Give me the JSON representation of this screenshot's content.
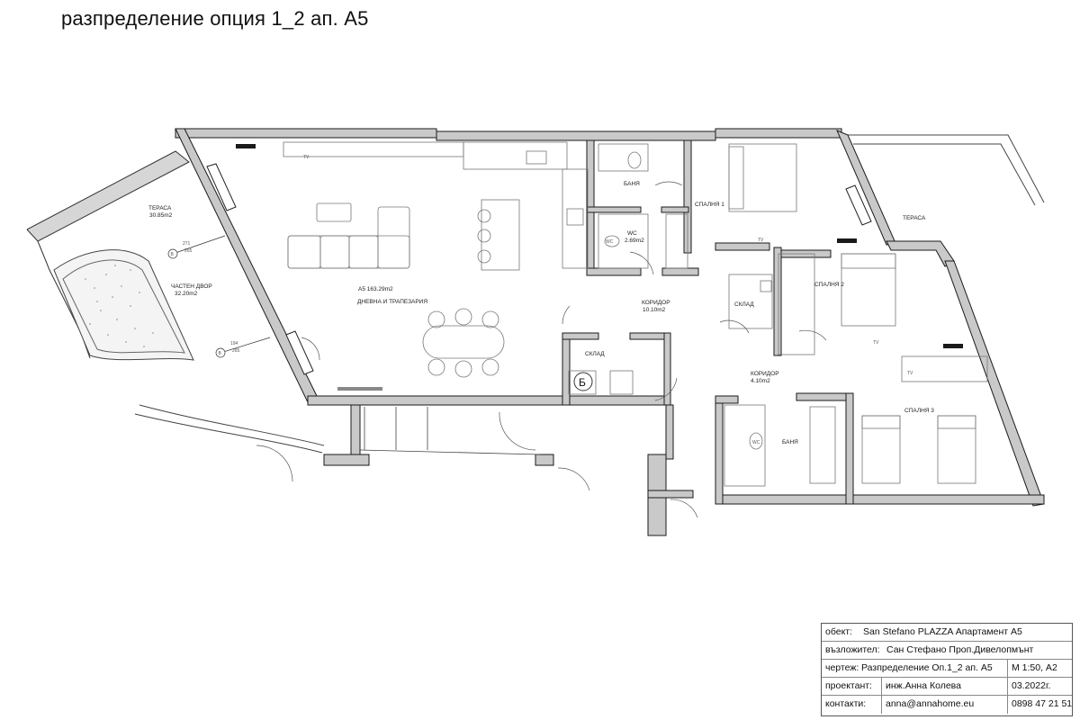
{
  "title": "разпределение опция 1_2 ап. А5",
  "rooms": {
    "terrace_left": {
      "name": "ТЕРАСА",
      "area": "30.85m2"
    },
    "private_yard": {
      "name": "ЧАСТЕН ДВОР",
      "area": "32.20m2"
    },
    "apartment": {
      "code": "А5  163.29m2",
      "living": "ДНЕВНА И ТРАПЕЗАРИЯ"
    },
    "bath_top": {
      "name": "БАНЯ"
    },
    "wc": {
      "name": "WC",
      "area": "2.69m2"
    },
    "bedroom1": {
      "name": "СПАЛНЯ 1"
    },
    "terrace_right": {
      "name": "ТЕРАСА"
    },
    "corridor_main": {
      "name": "КОРИДОР",
      "area": "10.10m2"
    },
    "storage_mid": {
      "name": "СКЛАД"
    },
    "storage_right": {
      "name": "СКЛАД"
    },
    "bedroom2": {
      "name": "СПАЛНЯ 2"
    },
    "corridor_small": {
      "name": "КОРИДОР",
      "area": "4.10m2"
    },
    "bath_bottom": {
      "name": "БАНЯ"
    },
    "bedroom3": {
      "name": "СПАЛНЯ 3"
    }
  },
  "marks": {
    "tv": "TV",
    "b": "Б",
    "wc_mark": "WC",
    "section_b": "B",
    "dim_271": "271",
    "dim_265a": "265",
    "dim_194": "194",
    "dim_265b": "265"
  },
  "title_block": {
    "object_label": "обект:",
    "object_value": "San Stefano PLAZZA   Апартамент А5",
    "client_label": "възложител:",
    "client_value": "Сан Стефано Проп.Дивелопмънт",
    "drawing_label": "чертеж:",
    "drawing_value": "Разпределение Оп.1_2 ап. А5",
    "scale": "М 1:50, А2",
    "designer_label": "проектант:",
    "designer_value": "инж.Анна Колева",
    "date": "03.2022г.",
    "contacts_label": "контакти:",
    "contacts_email": "anna@annahome.eu",
    "contacts_phone": "0898 47 21 51"
  },
  "colors": {
    "wall_fill": "#c9c9c9",
    "wall_stroke": "#1a1a1a",
    "furniture": "#777777",
    "hatch": "#9a9a9a"
  }
}
